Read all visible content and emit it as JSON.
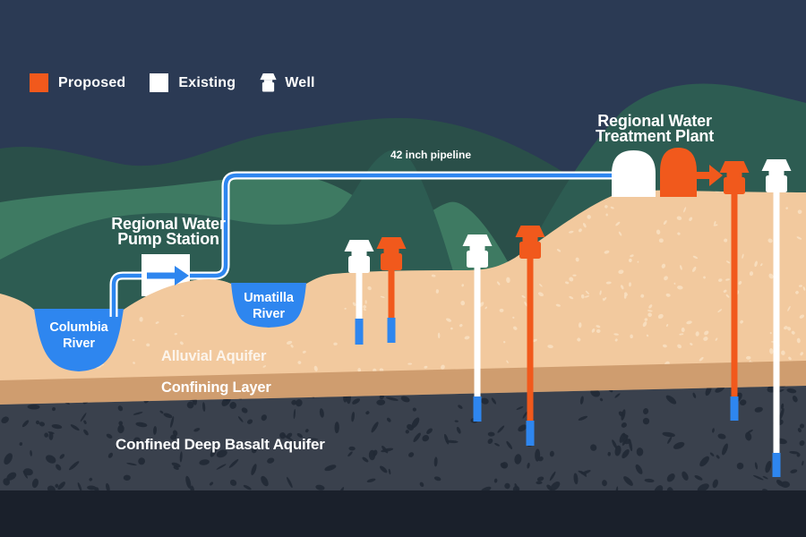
{
  "title": "Regional water supply and aquifer diagram",
  "colors": {
    "proposed": "#f1591c",
    "existing": "#ffffff",
    "water": "#2e86ef",
    "sky": "#2b3a54",
    "hill_back": "#2a4f49",
    "hill_mid": "#3e7a62",
    "hill_front": "#2d5c52",
    "alluvial": "#f2c99e",
    "alluvial_speckle": "#f9e0c2",
    "confining": "#cf9d6f",
    "basalt": "#3a414d",
    "basalt_blob": "#222935",
    "bedrock_bottom": "#1a202b",
    "label_text": "#ffffff"
  },
  "legend": {
    "proposed_label": "Proposed",
    "existing_label": "Existing",
    "well_label": "Well"
  },
  "labels": {
    "pump_station": {
      "line1": "Regional Water",
      "line2": "Pump Station"
    },
    "treatment_plant": {
      "line1": "Regional Water",
      "line2": "Treatment Plant"
    },
    "pipeline": "42 inch pipeline",
    "columbia_river": {
      "line1": "Columbia",
      "line2": "River"
    },
    "umatilla_river": {
      "line1": "Umatilla",
      "line2": "River"
    },
    "alluvial_aquifer": "Alluvial Aquifer",
    "confining_layer": "Confining Layer",
    "basalt_aquifer": "Confined Deep Basalt Aquifer"
  },
  "wells": [
    {
      "id": "alluvial-existing",
      "status": "existing",
      "aquifer": "alluvial"
    },
    {
      "id": "alluvial-proposed",
      "status": "proposed",
      "aquifer": "alluvial"
    },
    {
      "id": "basalt-existing-mid",
      "status": "existing",
      "aquifer": "basalt"
    },
    {
      "id": "basalt-proposed-mid",
      "status": "proposed",
      "aquifer": "basalt"
    },
    {
      "id": "plant-proposed",
      "status": "proposed",
      "aquifer": "basalt"
    },
    {
      "id": "plant-existing",
      "status": "existing",
      "aquifer": "basalt"
    }
  ]
}
